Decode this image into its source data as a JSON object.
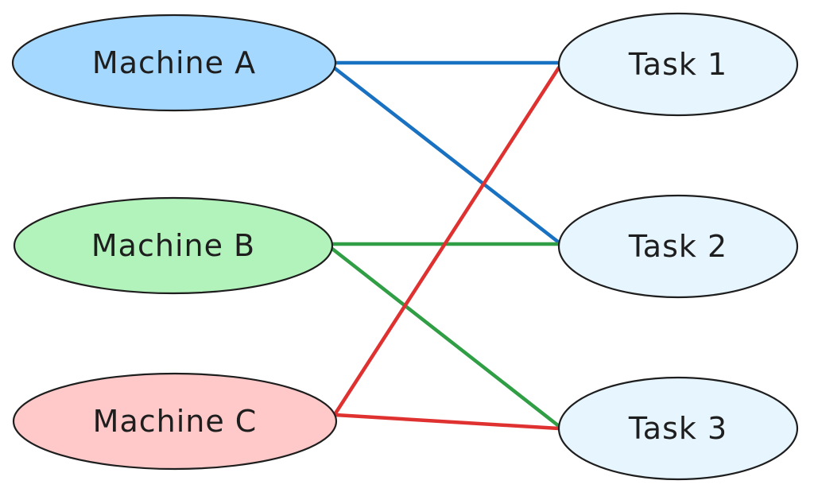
{
  "machines": [
    {
      "label": "Machine A",
      "fill": "#a5d8ff"
    },
    {
      "label": "Machine B",
      "fill": "#b2f2bb"
    },
    {
      "label": "Machine C",
      "fill": "#ffc9c9"
    }
  ],
  "tasks": [
    {
      "label": "Task 1",
      "fill": "#e7f5ff"
    },
    {
      "label": "Task 2",
      "fill": "#e7f5ff"
    },
    {
      "label": "Task 3",
      "fill": "#e7f5ff"
    }
  ],
  "edges": [
    {
      "from": "Machine A",
      "to": "Task 1",
      "color": "#1971c2"
    },
    {
      "from": "Machine A",
      "to": "Task 2",
      "color": "#1971c2"
    },
    {
      "from": "Machine B",
      "to": "Task 2",
      "color": "#2f9e44"
    },
    {
      "from": "Machine B",
      "to": "Task 3",
      "color": "#2f9e44"
    },
    {
      "from": "Machine C",
      "to": "Task 1",
      "color": "#e03131"
    },
    {
      "from": "Machine C",
      "to": "Task 3",
      "color": "#e03131"
    }
  ]
}
